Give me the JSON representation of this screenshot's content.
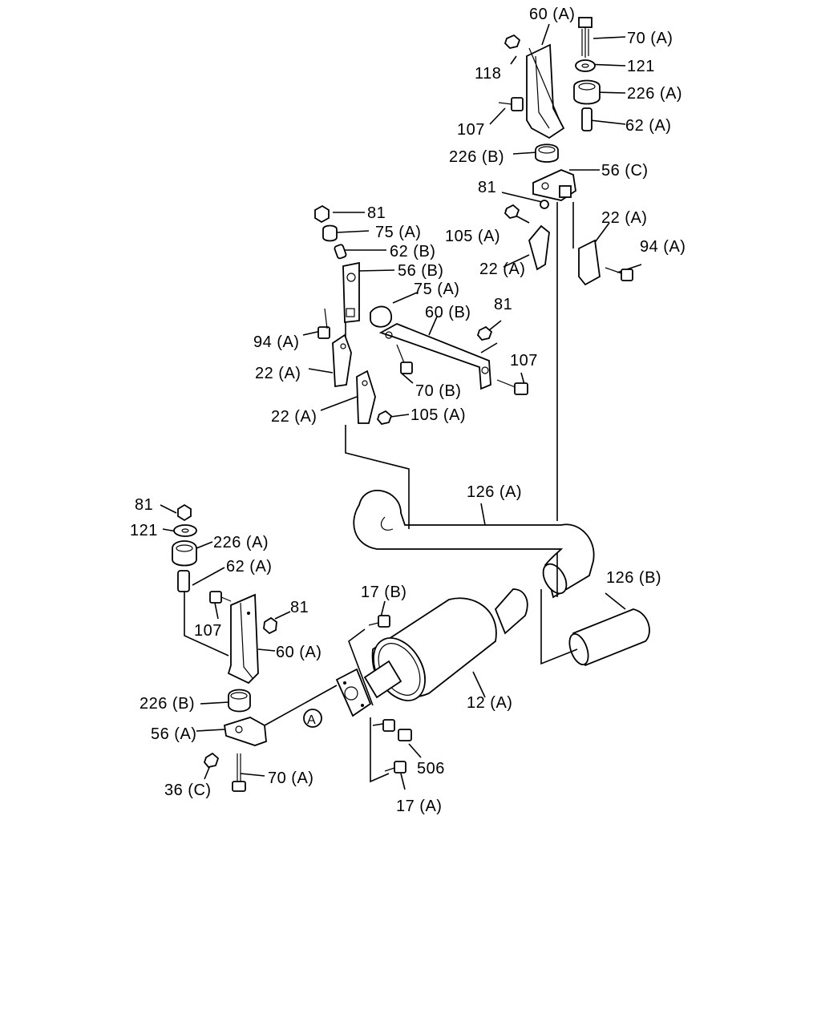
{
  "callouts": [
    {
      "id": "c1",
      "text": "60 (A)"
    },
    {
      "id": "c2",
      "text": "70 (A)"
    },
    {
      "id": "c3",
      "text": "118"
    },
    {
      "id": "c4",
      "text": "121"
    },
    {
      "id": "c5",
      "text": "226 (A)"
    },
    {
      "id": "c6",
      "text": "107"
    },
    {
      "id": "c7",
      "text": "62 (A)"
    },
    {
      "id": "c8",
      "text": "226 (B)"
    },
    {
      "id": "c9",
      "text": "56 (C)"
    },
    {
      "id": "c10",
      "text": "81"
    },
    {
      "id": "c11",
      "text": "22 (A)"
    },
    {
      "id": "c12",
      "text": "105 (A)"
    },
    {
      "id": "c13",
      "text": "94 (A)"
    },
    {
      "id": "c14",
      "text": "22 (A)"
    },
    {
      "id": "c15",
      "text": "81"
    },
    {
      "id": "c16",
      "text": "75 (A)"
    },
    {
      "id": "c17",
      "text": "62 (B)"
    },
    {
      "id": "c18",
      "text": "56 (B)"
    },
    {
      "id": "c19",
      "text": "75 (A)"
    },
    {
      "id": "c20",
      "text": "81"
    },
    {
      "id": "c21",
      "text": "60 (B)"
    },
    {
      "id": "c22",
      "text": "94 (A)"
    },
    {
      "id": "c23",
      "text": "107"
    },
    {
      "id": "c24",
      "text": "22 (A)"
    },
    {
      "id": "c25",
      "text": "70 (B)"
    },
    {
      "id": "c26",
      "text": "22 (A)"
    },
    {
      "id": "c27",
      "text": "105 (A)"
    },
    {
      "id": "c28",
      "text": "126 (A)"
    },
    {
      "id": "c29",
      "text": "81"
    },
    {
      "id": "c30",
      "text": "121"
    },
    {
      "id": "c31",
      "text": "226 (A)"
    },
    {
      "id": "c32",
      "text": "62 (A)"
    },
    {
      "id": "c33",
      "text": "126 (B)"
    },
    {
      "id": "c34",
      "text": "17 (B)"
    },
    {
      "id": "c35",
      "text": "81"
    },
    {
      "id": "c36",
      "text": "107"
    },
    {
      "id": "c37",
      "text": "60 (A)"
    },
    {
      "id": "c38",
      "text": "226 (B)"
    },
    {
      "id": "c39",
      "text": "12 (A)"
    },
    {
      "id": "c40",
      "text": "56 (A)"
    },
    {
      "id": "c41",
      "text": "506"
    },
    {
      "id": "c42",
      "text": "36 (C)"
    },
    {
      "id": "c43",
      "text": "70 (A)"
    },
    {
      "id": "c44",
      "text": "17 (A)"
    }
  ],
  "reference_mark": "A"
}
